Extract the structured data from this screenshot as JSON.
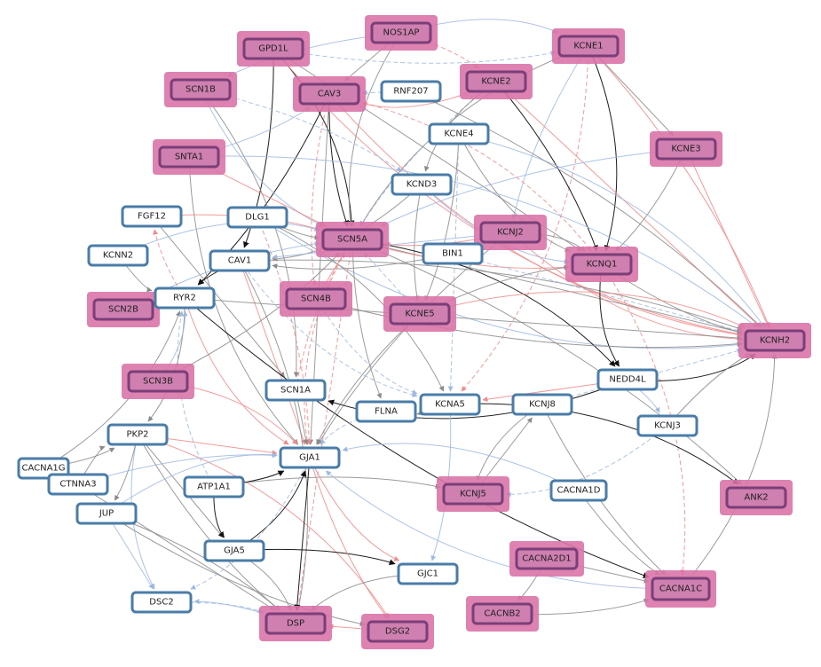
{
  "graph": {
    "colors": {
      "node_border": "#4a7ca8",
      "node_fill": "#ffffff",
      "highlight_halo": "#d974a8",
      "highlight_border": "#7a3f78",
      "edge_gray": "#8a8a8a",
      "edge_black": "#111111",
      "edge_red": "#f08a8a",
      "edge_blue": "#9fb9e0"
    },
    "nodes": [
      {
        "id": "GPD1L",
        "label": "GPD1L",
        "highlighted": true
      },
      {
        "id": "NOS1AP",
        "label": "NOS1AP",
        "highlighted": true
      },
      {
        "id": "KCNE1",
        "label": "KCNE1",
        "highlighted": true
      },
      {
        "id": "SCN1B",
        "label": "SCN1B",
        "highlighted": true
      },
      {
        "id": "CAV3",
        "label": "CAV3",
        "highlighted": true
      },
      {
        "id": "RNF207",
        "label": "RNF207",
        "highlighted": false
      },
      {
        "id": "KCNE2",
        "label": "KCNE2",
        "highlighted": true
      },
      {
        "id": "KCNE4",
        "label": "KCNE4",
        "highlighted": false
      },
      {
        "id": "SNTA1",
        "label": "SNTA1",
        "highlighted": true
      },
      {
        "id": "KCNE3",
        "label": "KCNE3",
        "highlighted": true
      },
      {
        "id": "KCND3",
        "label": "KCND3",
        "highlighted": false
      },
      {
        "id": "FGF12",
        "label": "FGF12",
        "highlighted": false
      },
      {
        "id": "DLG1",
        "label": "DLG1",
        "highlighted": false
      },
      {
        "id": "SCN5A",
        "label": "SCN5A",
        "highlighted": true
      },
      {
        "id": "KCNJ2",
        "label": "KCNJ2",
        "highlighted": true
      },
      {
        "id": "KCNN2",
        "label": "KCNN2",
        "highlighted": false
      },
      {
        "id": "CAV1",
        "label": "CAV1",
        "highlighted": false
      },
      {
        "id": "BIN1",
        "label": "BIN1",
        "highlighted": false
      },
      {
        "id": "KCNQ1",
        "label": "KCNQ1",
        "highlighted": true
      },
      {
        "id": "SCN2B",
        "label": "SCN2B",
        "highlighted": true
      },
      {
        "id": "RYR2",
        "label": "RYR2",
        "highlighted": false
      },
      {
        "id": "SCN4B",
        "label": "SCN4B",
        "highlighted": true
      },
      {
        "id": "KCNE5",
        "label": "KCNE5",
        "highlighted": true
      },
      {
        "id": "KCNH2",
        "label": "KCNH2",
        "highlighted": true
      },
      {
        "id": "SCN3B",
        "label": "SCN3B",
        "highlighted": true
      },
      {
        "id": "NEDD4L",
        "label": "NEDD4L",
        "highlighted": false
      },
      {
        "id": "SCN1A",
        "label": "SCN1A",
        "highlighted": false
      },
      {
        "id": "FLNA",
        "label": "FLNA",
        "highlighted": false
      },
      {
        "id": "KCNA5",
        "label": "KCNA5",
        "highlighted": false
      },
      {
        "id": "KCNJ8",
        "label": "KCNJ8",
        "highlighted": false
      },
      {
        "id": "KCNJ3",
        "label": "KCNJ3",
        "highlighted": false
      },
      {
        "id": "PKP2",
        "label": "PKP2",
        "highlighted": false
      },
      {
        "id": "GJA1",
        "label": "GJA1",
        "highlighted": false
      },
      {
        "id": "CACNA1G",
        "label": "CACNA1G",
        "highlighted": false
      },
      {
        "id": "CTNNA3",
        "label": "CTNNA3",
        "highlighted": false
      },
      {
        "id": "ATP1A1",
        "label": "ATP1A1",
        "highlighted": false
      },
      {
        "id": "KCNJ5",
        "label": "KCNJ5",
        "highlighted": true
      },
      {
        "id": "CACNA1D",
        "label": "CACNA1D",
        "highlighted": false
      },
      {
        "id": "ANK2",
        "label": "ANK2",
        "highlighted": true
      },
      {
        "id": "JUP",
        "label": "JUP",
        "highlighted": false
      },
      {
        "id": "GJA5",
        "label": "GJA5",
        "highlighted": false
      },
      {
        "id": "CACNA2D1",
        "label": "CACNA2D1",
        "highlighted": true
      },
      {
        "id": "GJC1",
        "label": "GJC1",
        "highlighted": false
      },
      {
        "id": "CACNA1C",
        "label": "CACNA1C",
        "highlighted": true
      },
      {
        "id": "DSC2",
        "label": "DSC2",
        "highlighted": false
      },
      {
        "id": "CACNB2",
        "label": "CACNB2",
        "highlighted": true
      },
      {
        "id": "DSP",
        "label": "DSP",
        "highlighted": true
      },
      {
        "id": "DSG2",
        "label": "DSG2",
        "highlighted": true
      }
    ],
    "edges": [
      {
        "source": "GPD1L",
        "target": "SCN5A",
        "style": "black"
      },
      {
        "source": "GPD1L",
        "target": "CAV1",
        "style": "black"
      },
      {
        "source": "GPD1L",
        "target": "KCNQ1",
        "style": "gray"
      },
      {
        "source": "GPD1L",
        "target": "KCNE1",
        "style": "blue"
      },
      {
        "source": "GPD1L",
        "target": "KCNH2",
        "style": "red"
      },
      {
        "source": "NOS1AP",
        "target": "KCNE1",
        "style": "blue"
      },
      {
        "source": "NOS1AP",
        "target": "KCNE2",
        "style": "red"
      },
      {
        "source": "NOS1AP",
        "target": "CAV3",
        "style": "gray"
      },
      {
        "source": "NOS1AP",
        "target": "SCN1B",
        "style": "blue"
      },
      {
        "source": "NOS1AP",
        "target": "SCN5A",
        "style": "gray"
      },
      {
        "source": "KCNE1",
        "target": "KCNQ1",
        "style": "black"
      },
      {
        "source": "KCNE1",
        "target": "KCNH2",
        "style": "red"
      },
      {
        "source": "KCNE1",
        "target": "KCNE3",
        "style": "gray"
      },
      {
        "source": "KCNE1",
        "target": "KCNJ2",
        "style": "blue"
      },
      {
        "source": "KCNE1",
        "target": "SCN5A",
        "style": "gray"
      },
      {
        "source": "KCNE1",
        "target": "KCNA5",
        "style": "red"
      },
      {
        "source": "KCNE2",
        "target": "KCNQ1",
        "style": "black"
      },
      {
        "source": "KCNE2",
        "target": "KCNH2",
        "style": "red"
      },
      {
        "source": "KCNE2",
        "target": "SCN5A",
        "style": "blue"
      },
      {
        "source": "KCNE2",
        "target": "KCND3",
        "style": "gray"
      },
      {
        "source": "KCNE2",
        "target": "CAV3",
        "style": "red"
      },
      {
        "source": "KCNE3",
        "target": "KCNQ1",
        "style": "gray"
      },
      {
        "source": "KCNE3",
        "target": "KCNH2",
        "style": "red"
      },
      {
        "source": "KCNE3",
        "target": "SCN5A",
        "style": "blue"
      },
      {
        "source": "KCNE4",
        "target": "KCNQ1",
        "style": "gray"
      },
      {
        "source": "KCNE4",
        "target": "KCNH2",
        "style": "blue"
      },
      {
        "source": "KCNE4",
        "target": "KCNE5",
        "style": "gray"
      },
      {
        "source": "KCNE4",
        "target": "KCNA5",
        "style": "blue"
      },
      {
        "source": "CAV3",
        "target": "SCN5A",
        "style": "black"
      },
      {
        "source": "CAV3",
        "target": "KCNH2",
        "style": "red"
      },
      {
        "source": "CAV3",
        "target": "KCNQ1",
        "style": "red"
      },
      {
        "source": "CAV3",
        "target": "RYR2",
        "style": "black"
      },
      {
        "source": "CAV3",
        "target": "GJA1",
        "style": "gray"
      },
      {
        "source": "CAV3",
        "target": "SCN4B",
        "style": "red"
      },
      {
        "source": "SCN1B",
        "target": "SCN5A",
        "style": "blue"
      },
      {
        "source": "SCN1B",
        "target": "SCN1A",
        "style": "gray"
      },
      {
        "source": "SCN1B",
        "target": "KCND3",
        "style": "blue"
      },
      {
        "source": "SNTA1",
        "target": "SCN5A",
        "style": "red"
      },
      {
        "source": "SNTA1",
        "target": "CAV3",
        "style": "blue"
      },
      {
        "source": "SNTA1",
        "target": "GJA1",
        "style": "gray"
      },
      {
        "source": "SNTA1",
        "target": "KCNH2",
        "style": "blue"
      },
      {
        "source": "RNF207",
        "target": "KCNH2",
        "style": "gray"
      },
      {
        "source": "RNF207",
        "target": "CAV3",
        "style": "blue"
      },
      {
        "source": "KCND3",
        "target": "KCNE5",
        "style": "gray"
      },
      {
        "source": "KCND3",
        "target": "KCNQ1",
        "style": "blue"
      },
      {
        "source": "KCND3",
        "target": "CAV1",
        "style": "gray"
      },
      {
        "source": "FGF12",
        "target": "SCN5A",
        "style": "red"
      },
      {
        "source": "FGF12",
        "target": "SCN1A",
        "style": "gray"
      },
      {
        "source": "DLG1",
        "target": "SCN5A",
        "style": "gray"
      },
      {
        "source": "DLG1",
        "target": "KCNH2",
        "style": "blue"
      },
      {
        "source": "DLG1",
        "target": "KCNA5",
        "style": "gray"
      },
      {
        "source": "DLG1",
        "target": "GJA1",
        "style": "red"
      },
      {
        "source": "SCN5A",
        "target": "KCNH2",
        "style": "gray"
      },
      {
        "source": "SCN5A",
        "target": "KCNQ1",
        "style": "red"
      },
      {
        "source": "SCN5A",
        "target": "GJA1",
        "style": "red"
      },
      {
        "source": "SCN5A",
        "target": "NEDD4L",
        "style": "black"
      },
      {
        "source": "SCN5A",
        "target": "ANK2",
        "style": "gray"
      },
      {
        "source": "SCN5A",
        "target": "DSP",
        "style": "red"
      },
      {
        "source": "SCN5A",
        "target": "FLNA",
        "style": "gray"
      },
      {
        "source": "KCNJ2",
        "target": "KCNH2",
        "style": "red"
      },
      {
        "source": "KCNJ2",
        "target": "KCNQ1",
        "style": "gray"
      },
      {
        "source": "KCNJ2",
        "target": "SCN5A",
        "style": "red"
      },
      {
        "source": "KCNJ2",
        "target": "CAV1",
        "style": "blue"
      },
      {
        "source": "KCNJ2",
        "target": "GJA1",
        "style": "gray"
      },
      {
        "source": "KCNN2",
        "target": "RYR2",
        "style": "gray"
      },
      {
        "source": "KCNN2",
        "target": "SCN5A",
        "style": "blue"
      },
      {
        "source": "CAV1",
        "target": "KCNH2",
        "style": "gray"
      },
      {
        "source": "CAV1",
        "target": "GJA1",
        "style": "red"
      },
      {
        "source": "CAV1",
        "target": "RYR2",
        "style": "black"
      },
      {
        "source": "CAV1",
        "target": "KCNA5",
        "style": "blue"
      },
      {
        "source": "CAV1",
        "target": "DSP",
        "style": "gray"
      },
      {
        "source": "BIN1",
        "target": "CAV1",
        "style": "gray"
      },
      {
        "source": "BIN1",
        "target": "KCNH2",
        "style": "blue"
      },
      {
        "source": "KCNQ1",
        "target": "KCNH2",
        "style": "gray"
      },
      {
        "source": "KCNQ1",
        "target": "NEDD4L",
        "style": "black"
      },
      {
        "source": "KCNQ1",
        "target": "CACNA1C",
        "style": "red"
      },
      {
        "source": "SCN2B",
        "target": "SCN5A",
        "style": "blue"
      },
      {
        "source": "RYR2",
        "target": "KCNH2",
        "style": "gray"
      },
      {
        "source": "RYR2",
        "target": "CACNA1C",
        "style": "black"
      },
      {
        "source": "RYR2",
        "target": "GJA1",
        "style": "red"
      },
      {
        "source": "RYR2",
        "target": "PKP2",
        "style": "gray"
      },
      {
        "source": "RYR2",
        "target": "FGF12",
        "style": "red"
      },
      {
        "source": "SCN4B",
        "target": "SCN5A",
        "style": "red"
      },
      {
        "source": "SCN4B",
        "target": "KCNH2",
        "style": "gray"
      },
      {
        "source": "SCN4B",
        "target": "KCNA5",
        "style": "blue"
      },
      {
        "source": "KCNE5",
        "target": "KCNH2",
        "style": "red"
      },
      {
        "source": "KCNE5",
        "target": "KCNQ1",
        "style": "gray"
      },
      {
        "source": "KCNE5",
        "target": "SCN5A",
        "style": "blue"
      },
      {
        "source": "KCNE5",
        "target": "GJA1",
        "style": "gray"
      },
      {
        "source": "NEDD4L",
        "target": "KCNH2",
        "style": "black"
      },
      {
        "source": "NEDD4L",
        "target": "SCN1A",
        "style": "black"
      },
      {
        "source": "NEDD4L",
        "target": "KCNJ3",
        "style": "blue"
      },
      {
        "source": "NEDD4L",
        "target": "KCNA5",
        "style": "red"
      },
      {
        "source": "SCN3B",
        "target": "SCN5A",
        "style": "gray"
      },
      {
        "source": "SCN3B",
        "target": "RYR2",
        "style": "blue"
      },
      {
        "source": "SCN3B",
        "target": "GJA1",
        "style": "red"
      },
      {
        "source": "SCN1A",
        "target": "SCN5A",
        "style": "red"
      },
      {
        "source": "SCN1A",
        "target": "GJA1",
        "style": "gray"
      },
      {
        "source": "FLNA",
        "target": "KCNA5",
        "style": "gray"
      },
      {
        "source": "FLNA",
        "target": "GJA1",
        "style": "blue"
      },
      {
        "source": "KCNA5",
        "target": "ANK2",
        "style": "black"
      },
      {
        "source": "KCNA5",
        "target": "GJC1",
        "style": "blue"
      },
      {
        "source": "KCNJ8",
        "target": "KCNH2",
        "style": "blue"
      },
      {
        "source": "KCNJ8",
        "target": "CACNA1C",
        "style": "gray"
      },
      {
        "source": "KCNJ8",
        "target": "KCNJ5",
        "style": "gray"
      },
      {
        "source": "KCNJ3",
        "target": "KCNJ5",
        "style": "blue"
      },
      {
        "source": "KCNJ3",
        "target": "KCNH2",
        "style": "gray"
      },
      {
        "source": "PKP2",
        "target": "GJA1",
        "style": "red"
      },
      {
        "source": "PKP2",
        "target": "DSP",
        "style": "gray"
      },
      {
        "source": "PKP2",
        "target": "DSC2",
        "style": "blue"
      },
      {
        "source": "PKP2",
        "target": "DSG2",
        "style": "red"
      },
      {
        "source": "PKP2",
        "target": "JUP",
        "style": "gray"
      },
      {
        "source": "PKP2",
        "target": "GJA5",
        "style": "gray"
      },
      {
        "source": "CACNA1G",
        "target": "PKP2",
        "style": "gray"
      },
      {
        "source": "CACNA1G",
        "target": "RYR2",
        "style": "gray"
      },
      {
        "source": "CTNNA3",
        "target": "PKP2",
        "style": "gray"
      },
      {
        "source": "CTNNA3",
        "target": "GJA1",
        "style": "blue"
      },
      {
        "source": "CTNNA3",
        "target": "DSP",
        "style": "gray"
      },
      {
        "source": "ATP1A1",
        "target": "GJA1",
        "style": "black"
      },
      {
        "source": "ATP1A1",
        "target": "GJA5",
        "style": "black"
      },
      {
        "source": "ATP1A1",
        "target": "RYR2",
        "style": "blue"
      },
      {
        "source": "ATP1A1",
        "target": "KCNJ5",
        "style": "gray"
      },
      {
        "source": "KCNJ5",
        "target": "KCNJ8",
        "style": "gray"
      },
      {
        "source": "CACNA1D",
        "target": "CACNA1C",
        "style": "gray"
      },
      {
        "source": "CACNA1D",
        "target": "GJA1",
        "style": "blue"
      },
      {
        "source": "JUP",
        "target": "GJA1",
        "style": "blue"
      },
      {
        "source": "JUP",
        "target": "DSP",
        "style": "gray"
      },
      {
        "source": "JUP",
        "target": "DSC2",
        "style": "blue"
      },
      {
        "source": "JUP",
        "target": "DSG2",
        "style": "gray"
      },
      {
        "source": "GJA5",
        "target": "GJA1",
        "style": "black"
      },
      {
        "source": "GJA5",
        "target": "DSP",
        "style": "gray"
      },
      {
        "source": "GJA5",
        "target": "GJC1",
        "style": "black"
      },
      {
        "source": "GJA1",
        "target": "DSP",
        "style": "black"
      },
      {
        "source": "GJA1",
        "target": "DSG2",
        "style": "red"
      },
      {
        "source": "GJA1",
        "target": "GJC1",
        "style": "red"
      },
      {
        "source": "GJA1",
        "target": "DSC2",
        "style": "blue"
      },
      {
        "source": "CACNA2D1",
        "target": "CACNB2",
        "style": "gray"
      },
      {
        "source": "CACNA2D1",
        "target": "CACNA1C",
        "style": "gray"
      },
      {
        "source": "CACNB2",
        "target": "CACNA1C",
        "style": "gray"
      },
      {
        "source": "CACNA1C",
        "target": "KCNH2",
        "style": "gray"
      },
      {
        "source": "CACNA1C",
        "target": "GJA1",
        "style": "blue"
      },
      {
        "source": "DSC2",
        "target": "DSP",
        "style": "blue"
      },
      {
        "source": "DSG2",
        "target": "DSP",
        "style": "red"
      },
      {
        "source": "DSP",
        "target": "DSC2",
        "style": "blue"
      },
      {
        "source": "GJC1",
        "target": "DSP",
        "style": "gray"
      }
    ]
  }
}
